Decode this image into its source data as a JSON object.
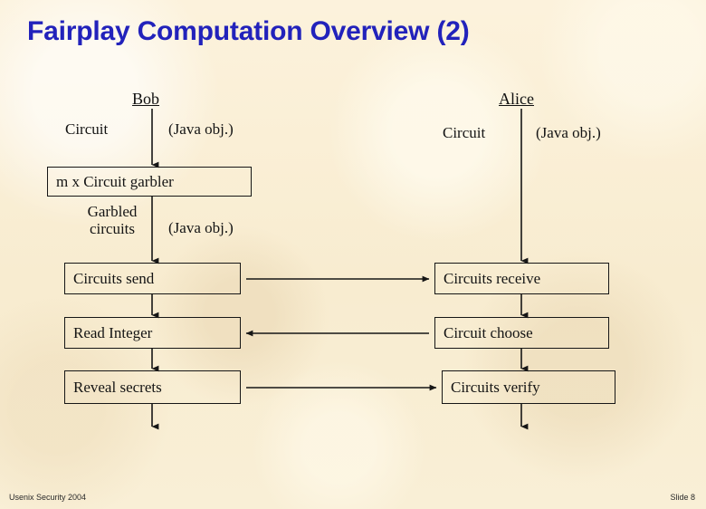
{
  "slide": {
    "title": "Fairplay Computation Overview (2)",
    "background_color": "#faeed2",
    "title_color": "#2222bb"
  },
  "parties": {
    "left": {
      "name": "Bob"
    },
    "right": {
      "name": "Alice"
    }
  },
  "edge_labels": {
    "bob_circuit": "Circuit",
    "bob_java_obj_1": "(Java obj.)",
    "bob_garbled_circuits": "Garbled circuits",
    "bob_java_obj_2": "(Java obj.)",
    "alice_circuit": "Circuit",
    "alice_java_obj_1": "(Java obj.)"
  },
  "boxes": {
    "garbler": "m x Circuit garbler",
    "circuits_send": "Circuits send",
    "read_integer": "Read Integer",
    "reveal_secrets": "Reveal secrets",
    "circuits_receive": "Circuits receive",
    "circuit_choose": "Circuit choose",
    "circuits_verify": "Circuits verify"
  },
  "footer": {
    "left": "Usenix Security 2004",
    "right": "Slide 8"
  }
}
